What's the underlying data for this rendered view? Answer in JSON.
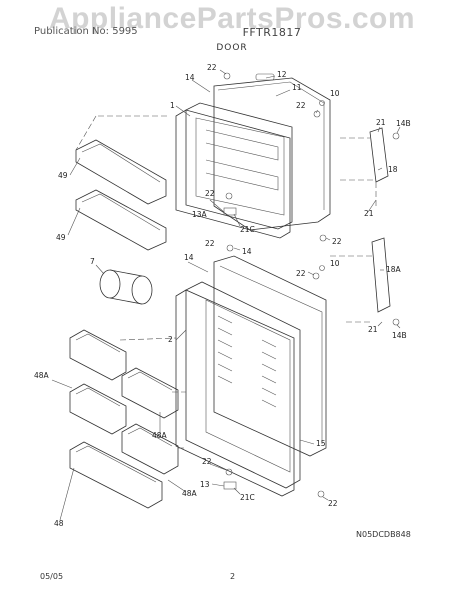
{
  "header": {
    "watermark": "AppliancePartsPros.com",
    "publication_left": "Publication No: 5995",
    "model": "FFTR1817",
    "section_title": "DOOR"
  },
  "footer": {
    "date": "05/05",
    "page_number": "2",
    "figure_code": "N05DCDB848"
  },
  "callouts": {
    "c1": "1",
    "c2": "2",
    "c7": "7",
    "c10a": "10",
    "c10b": "10",
    "c11": "11",
    "c12": "12",
    "c13a": "13A",
    "c13": "13",
    "c14a": "14",
    "c14b": "14",
    "c14c": "14",
    "c15": "15",
    "c18": "18",
    "c18a": "18A",
    "c21a": "21",
    "c21b": "21",
    "c21c": "21",
    "c21ca": "21C",
    "c21cb": "21C",
    "c22a": "22",
    "c22b": "22",
    "c22c": "22",
    "c22d": "22",
    "c22e": "22",
    "c22f": "22",
    "c22g": "22",
    "c22h": "22",
    "c48": "48",
    "c48aa": "48A",
    "c48ab": "48A",
    "c48ac": "48A",
    "c49a": "49",
    "c49b": "49",
    "c14ba": "14B",
    "c14bb": "14B"
  }
}
